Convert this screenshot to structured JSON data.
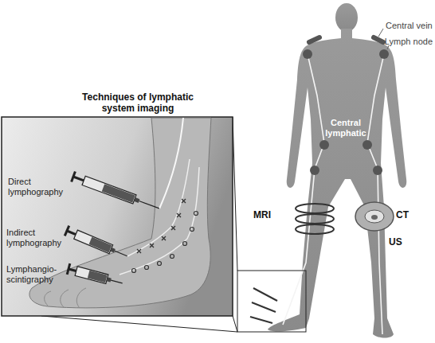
{
  "diagram": {
    "title": "Techniques of lymphatic system imaging",
    "labels": [
      "Central vein",
      "Lymph node",
      "Central lymphatic",
      "MRI",
      "CT",
      "US",
      "Direct lymphography",
      "Indirect lymphography",
      "Lymphangio- scintigraphy"
    ]
  }
}
